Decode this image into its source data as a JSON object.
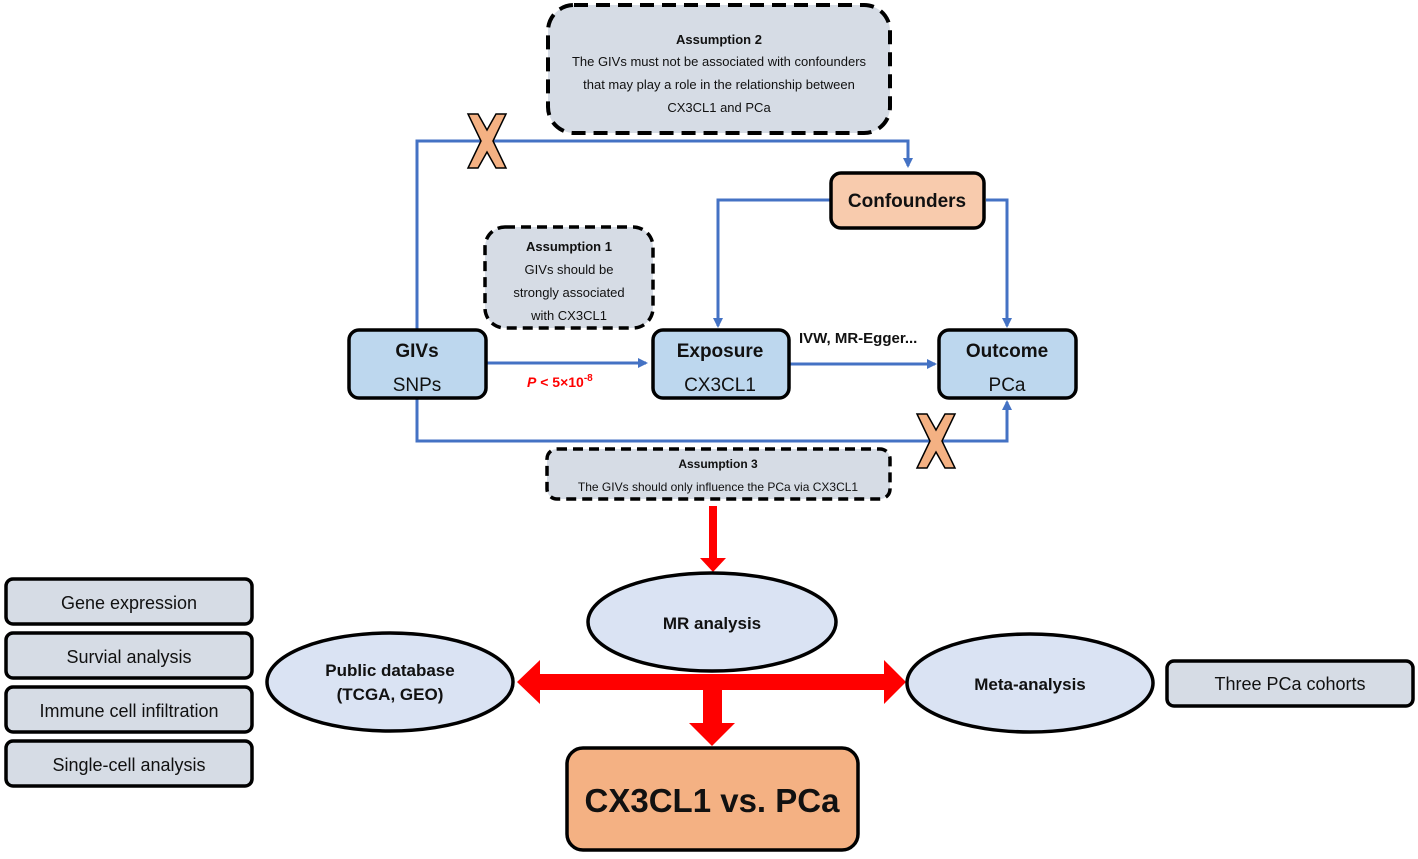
{
  "colors": {
    "connector": "#4472c4",
    "main_arrow": "#ff0000",
    "node_blue": "#bdd7ee",
    "assumption_gray": "#d6dce5",
    "ellipse_fill": "#dae3f3",
    "orange": "#f4b183",
    "confounder_fill": "#f8cbad",
    "border": "#000000"
  },
  "assumptions": [
    {
      "title": "Assumption 1",
      "lines": [
        "GIVs should be",
        "strongly associated",
        "with CX3CL1"
      ]
    },
    {
      "title": "Assumption 2",
      "lines": [
        "The GIVs must not be associated with confounders",
        "that may play a role in the relationship between",
        "CX3CL1 and PCa"
      ]
    },
    {
      "title": "Assumption 3",
      "lines": [
        "The GIVs should only influence the PCa via CX3CL1"
      ]
    }
  ],
  "nodes": {
    "givs": {
      "title": "GIVs",
      "subtitle": "SNPs"
    },
    "exposure": {
      "title": "Exposure",
      "subtitle": "CX3CL1"
    },
    "outcome": {
      "title": "Outcome",
      "subtitle": "PCa"
    },
    "confounders": {
      "title": "Confounders"
    }
  },
  "edge_labels": {
    "threshold_p": "P",
    "threshold_rest": " < 5×10",
    "threshold_exp": "-8",
    "methods": "IVW, MR-Egger..."
  },
  "analysis": {
    "mr": "MR analysis",
    "public_db_line1": "Public database",
    "public_db_line2": "(TCGA, GEO)",
    "meta": "Meta-analysis",
    "final": "CX3CL1 vs. PCa"
  },
  "public_db_items": [
    "Gene expression",
    "Survial analysis",
    "Immune cell infiltration",
    "Single-cell analysis"
  ],
  "meta_items": [
    "Three PCa cohorts"
  ],
  "icons": {
    "blocked_path": "cross-mark-icon"
  }
}
